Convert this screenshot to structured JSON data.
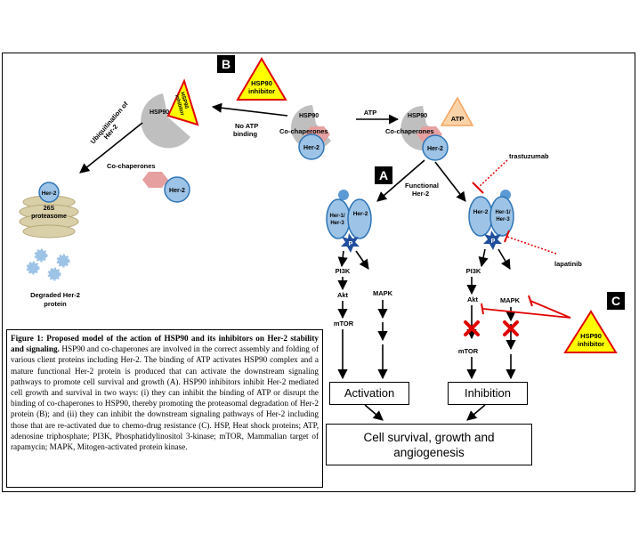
{
  "panels": {
    "b": "B",
    "a": "A",
    "c": "C"
  },
  "inhibitor_label": "HSP90 inhibitor",
  "inhibitor_label_line1": "HSP90",
  "inhibitor_label_line2": "inhibitor",
  "no_atp": "No ATP binding",
  "no_atp_line1": "No ATP",
  "no_atp_line2": "binding",
  "atp": "ATP",
  "hsp90": "HSP90",
  "co_chaperones": "Co-chaperones",
  "her2": "Her-2",
  "ubiquitination_line1": "Ubiquitination of",
  "ubiquitination_line2": "Her-2",
  "proteasome_line1": "26S",
  "proteasome_line2": "proteasome",
  "degraded_line1": "Degraded Her-2",
  "degraded_line2": "protein",
  "functional_line1": "Functional",
  "functional_line2": "Her-2",
  "trastuzumab": "trastuzumab",
  "lapatinib": "lapatinib",
  "her1_line1": "Her-1/",
  "her1_line2": "Her-3",
  "phospho": "P",
  "pathway": {
    "pi3k": "PI3K",
    "akt": "Akt",
    "mtor": "mTOR",
    "mapk": "MAPK"
  },
  "outcomes": {
    "activation": "Activation",
    "inhibition": "Inhibition",
    "final_line1": "Cell survival, growth and",
    "final_line2": "angiogenesis"
  },
  "caption": {
    "title": "Figure 1: Proposed model of the action of HSP90 and its inhibitors on Her-2 stability and signaling.",
    "body": " HSP90 and co-chaperones are involved in the correct assembly and folding of various client proteins including Her-2. The binding of ATP activates HSP90 complex and a mature functional Her-2 protein is produced that can activate the downstream signaling pathways to promote cell survival and growth (A). HSP90 inhibitors inhibit Her-2 mediated cell growth and survival in two ways: (i) they can inhibit the binding of ATP or disrupt the binding of co-chaperones to HSP90, thereby promoting the proteasomal degradation of Her-2 protein (B); and (ii) they can inhibit the downstream signaling pathways of Her-2 including those that are re-activated due to chemo-drug resistance (C). HSP, Heat shock proteins; ATP, adenosine triphosphate; PI3K, Phosphatidylinositol 3-kinase; mTOR, Mammalian target of rapamycin; MAPK, Mitogen-activated protein kinase."
  },
  "colors": {
    "her2_fill": "#9dc3e6",
    "her2_stroke": "#2e75b6",
    "hsp90_fill": "#bfbfbf",
    "chaperone_fill": "#e6a0a0",
    "inhibitor_fill": "#ffff00",
    "inhibitor_stroke": "#e00000",
    "atp_fill": "#fbd3a8",
    "proteasome_fill": "#d9cfa8",
    "block_red": "#e00000"
  }
}
